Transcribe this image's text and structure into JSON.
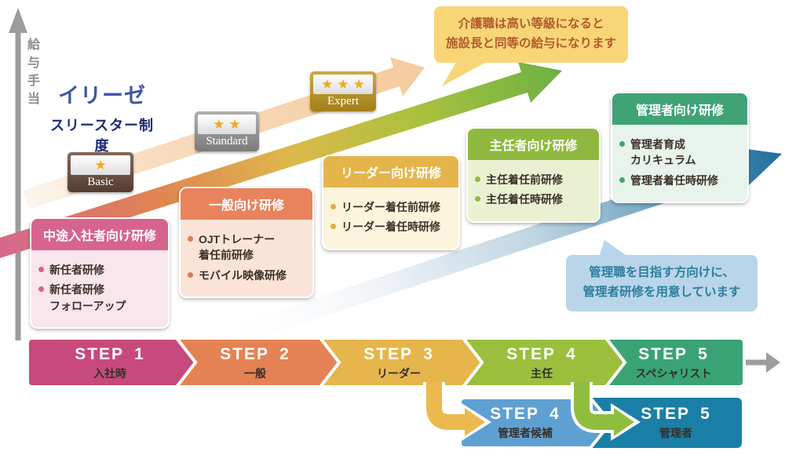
{
  "axis": {
    "label": "給与手当"
  },
  "logo": {
    "brand": "イリーゼ",
    "subtitle": "スリースター制度"
  },
  "badges": [
    {
      "name": "Basic",
      "stars": "★"
    },
    {
      "name": "Standard",
      "stars": "★★"
    },
    {
      "name": "Expert",
      "stars": "★★★"
    }
  ],
  "callouts": {
    "top": {
      "line1": "介護職は高い等級になると",
      "line2": "施設長と同等の給与になります"
    },
    "right": {
      "line1": "管理職を目指す方向けに、",
      "line2": "管理者研修を用意しています"
    }
  },
  "training_boxes": [
    {
      "title": "中途入社者向け研修",
      "items": [
        "新任者研修",
        "新任者研修\nフォローアップ"
      ]
    },
    {
      "title": "一般向け研修",
      "items": [
        "OJTトレーナー\n着任前研修",
        "モバイル映像研修"
      ]
    },
    {
      "title": "リーダー向け研修",
      "items": [
        "リーダー着任前研修",
        "リーダー着任時研修"
      ]
    },
    {
      "title": "主任者向け研修",
      "items": [
        "主任着任前研修",
        "主任着任時研修"
      ]
    },
    {
      "title": "管理者向け研修",
      "items": [
        "管理者育成\nカリキュラム",
        "管理者着任時研修"
      ]
    }
  ],
  "steps": {
    "main": [
      {
        "word": "STEP",
        "num": "1",
        "label": "入社時"
      },
      {
        "word": "STEP",
        "num": "2",
        "label": "一般"
      },
      {
        "word": "STEP",
        "num": "3",
        "label": "リーダー"
      },
      {
        "word": "STEP",
        "num": "4",
        "label": "主任"
      },
      {
        "word": "STEP",
        "num": "5",
        "label": "スペシャリスト"
      }
    ],
    "management": [
      {
        "word": "STEP",
        "num": "4",
        "label": "管理者候補"
      },
      {
        "word": "STEP",
        "num": "5",
        "label": "管理者"
      }
    ]
  },
  "colors": {
    "step1": "#C8497B",
    "step2": "#E58254",
    "step3": "#E6B54C",
    "step4": "#9BBF3C",
    "step5": "#3AA376",
    "step4_mgmt": "#5FA0D2",
    "step5_mgmt": "#1A7FA6",
    "bent_arrow_gold": "#EBB94D",
    "bent_arrow_green": "#8FBE3F",
    "callout_top_bg": "#F8D678",
    "callout_top_text": "#B25B2B",
    "callout_right_bg": "#B9D5E9",
    "callout_right_text": "#2E7E9E",
    "brand_blue": "#3D56A6",
    "subtitle_navy": "#1B2B75",
    "badge_basic": "#6A5140",
    "badge_standard": "#8F8F8F",
    "badge_expert": "#BD9A2B",
    "star": "#F5A623",
    "axis_gray": "#9C9C9C"
  }
}
